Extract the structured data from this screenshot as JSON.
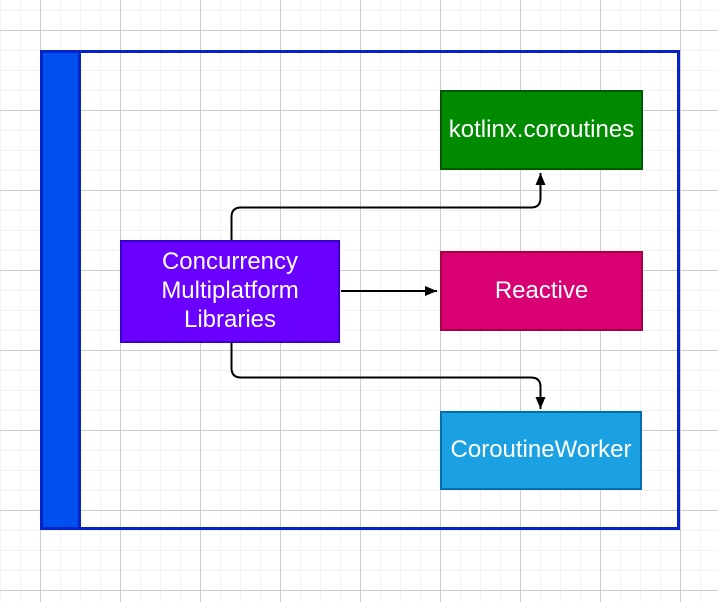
{
  "diagram": {
    "container": {
      "bar_fill": "#0050ef",
      "border_color": "#0523c8"
    },
    "edge_color": "#000000",
    "nodes": [
      {
        "id": "concurrency-multiplatform-libraries",
        "label": "Concurrency\nMultiplatform\nLibraries",
        "fill": "#6a00ff",
        "stroke": "#3700cc",
        "text_color": "#ffffff"
      },
      {
        "id": "kotlinx-coroutines",
        "label": "kotlinx.coroutines",
        "fill": "#008a00",
        "stroke": "#005700",
        "text_color": "#ffffff"
      },
      {
        "id": "reactive",
        "label": "Reactive",
        "fill": "#d80073",
        "stroke": "#a50040",
        "text_color": "#ffffff"
      },
      {
        "id": "coroutineworker",
        "label": "CoroutineWorker",
        "fill": "#1ba1e2",
        "stroke": "#006eaf",
        "text_color": "#ffffff"
      }
    ],
    "edges": [
      {
        "from": "concurrency-multiplatform-libraries",
        "to": "kotlinx-coroutines"
      },
      {
        "from": "concurrency-multiplatform-libraries",
        "to": "reactive"
      },
      {
        "from": "concurrency-multiplatform-libraries",
        "to": "coroutineworker"
      }
    ]
  }
}
